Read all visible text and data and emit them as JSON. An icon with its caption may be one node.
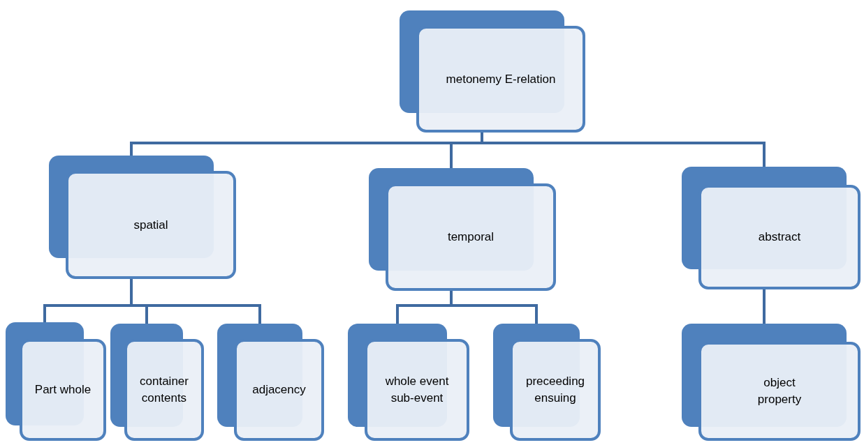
{
  "diagram": {
    "nodes": [
      {
        "text": [
          "metonemy E-relation"
        ]
      },
      {
        "text": [
          "spatial"
        ]
      },
      {
        "text": [
          "temporal"
        ]
      },
      {
        "text": [
          "abstract"
        ]
      },
      {
        "text": [
          "Part whole"
        ]
      },
      {
        "text": [
          "container contents"
        ]
      },
      {
        "text": [
          "adjacency"
        ]
      },
      {
        "text": [
          "whole event sub-event"
        ]
      },
      {
        "text": [
          "preceeding ensuing"
        ]
      },
      {
        "text": [
          "object property"
        ]
      }
    ],
    "edges": [
      {
        "from": 0,
        "to": 1,
        "arrow": "none"
      },
      {
        "from": 0,
        "to": 2,
        "arrow": "none"
      },
      {
        "from": 0,
        "to": 3,
        "arrow": "none"
      },
      {
        "from": 1,
        "to": 4,
        "arrow": "none"
      },
      {
        "from": 1,
        "to": 5,
        "arrow": "none"
      },
      {
        "from": 1,
        "to": 6,
        "arrow": "none"
      },
      {
        "from": 2,
        "to": 7,
        "arrow": "none"
      },
      {
        "from": 2,
        "to": 8,
        "arrow": "none"
      },
      {
        "from": 3,
        "to": 9,
        "arrow": "none"
      }
    ]
  }
}
